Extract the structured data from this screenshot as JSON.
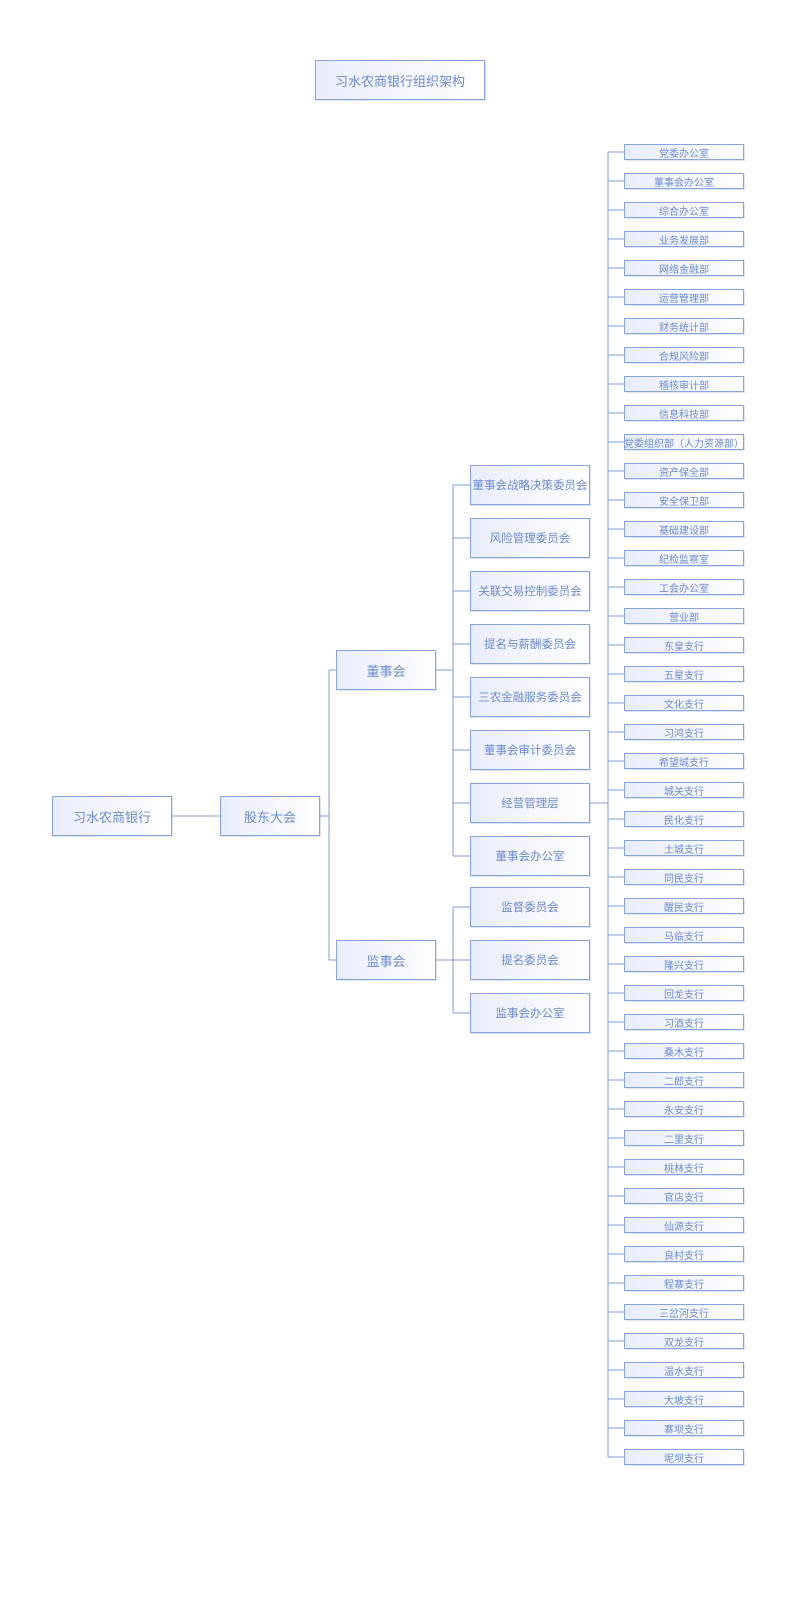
{
  "title": "习水农商银行组织架构",
  "root": "习水农商银行",
  "shareholders": "股东大会",
  "board": "董事会",
  "supervisory": "监事会",
  "board_committees": [
    "董事会战略决策委员会",
    "风险管理委员会",
    "关联交易控制委员会",
    "提名与薪酬委员会",
    "三农金融服务委员会",
    "董事会审计委员会",
    "经营管理层",
    "董事会办公室"
  ],
  "supervisory_committees": [
    "监督委员会",
    "提名委员会",
    "监事会办公室"
  ],
  "departments": [
    "党委办公室",
    "董事会办公室",
    "综合办公室",
    "业务发展部",
    "网络金融部",
    "运营管理部",
    "财务统计部",
    "合规风险部",
    "稽核审计部",
    "信息科技部",
    "党委组织部（人力资源部）",
    "资产保全部",
    "安全保卫部",
    "基础建设部",
    "纪检监察室",
    "工会办公室",
    "营业部",
    "东皇支行",
    "五星支行",
    "文化支行",
    "习鸿支行",
    "希望城支行",
    "城关支行",
    "民化支行",
    "土城支行",
    "同民支行",
    "醒民支行",
    "马临支行",
    "隆兴支行",
    "回龙支行",
    "习酒支行",
    "桑木支行",
    "二郎支行",
    "永安支行",
    "二里支行",
    "桃林支行",
    "官店支行",
    "仙源支行",
    "良村支行",
    "程寨支行",
    "三岔河支行",
    "双龙支行",
    "温水支行",
    "大坡支行",
    "寨坝支行",
    "坭坝支行"
  ]
}
